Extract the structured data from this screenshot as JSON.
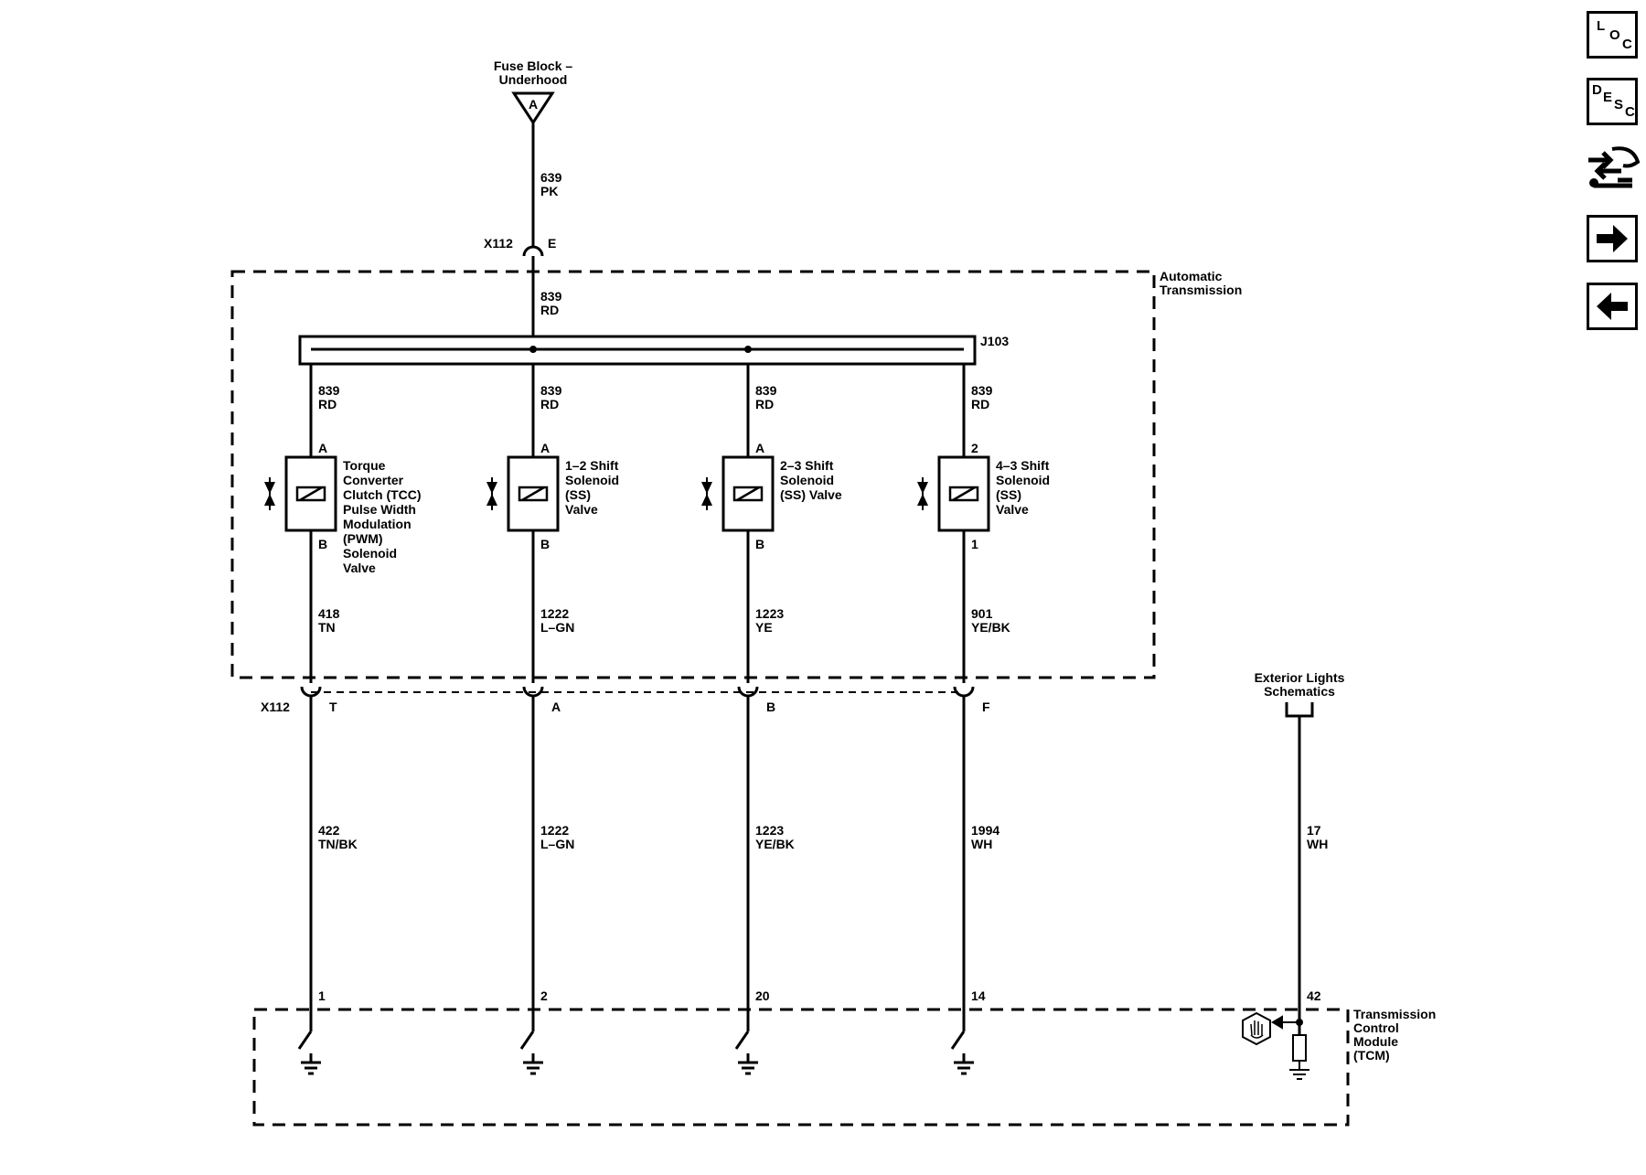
{
  "nav": {
    "loc": [
      "L",
      "O",
      "C"
    ],
    "desc": [
      "D",
      "E",
      "S",
      "C"
    ]
  },
  "labels": {
    "fuse_block": [
      "Fuse Block –",
      "Underhood"
    ],
    "fuse_pin": "A",
    "auto_trans": [
      "Automatic",
      "Transmission"
    ],
    "splice": "J103",
    "x112": "X112",
    "x112_top_pin": "E",
    "ext_lights": [
      "Exterior Lights",
      "Schematics"
    ],
    "tcm": [
      "Transmission",
      "Control",
      "Module",
      "(TCM)"
    ]
  },
  "feed_wires": [
    {
      "circuit": "639",
      "color": "PK"
    },
    {
      "circuit": "839",
      "color": "RD"
    }
  ],
  "solenoids": [
    {
      "top_circuit": "839",
      "top_color": "RD",
      "pin_top": "A",
      "pin_bottom": "B",
      "name": [
        "Torque",
        "Converter",
        "Clutch (TCC)",
        "Pulse Width",
        "Modulation",
        "(PWM)",
        "Solenoid",
        "Valve"
      ],
      "mid_circuit": "418",
      "mid_color": "TN",
      "conn_pin": "T",
      "low_circuit": "422",
      "low_color": "TN/BK",
      "tcm_pin": "1"
    },
    {
      "top_circuit": "839",
      "top_color": "RD",
      "pin_top": "A",
      "pin_bottom": "B",
      "name": [
        "1–2 Shift",
        "Solenoid",
        "(SS)",
        "Valve"
      ],
      "mid_circuit": "1222",
      "mid_color": "L–GN",
      "conn_pin": "A",
      "low_circuit": "1222",
      "low_color": "L–GN",
      "tcm_pin": "2"
    },
    {
      "top_circuit": "839",
      "top_color": "RD",
      "pin_top": "A",
      "pin_bottom": "B",
      "name": [
        "2–3 Shift",
        "Solenoid",
        "(SS) Valve"
      ],
      "mid_circuit": "1223",
      "mid_color": "YE",
      "conn_pin": "B",
      "low_circuit": "1223",
      "low_color": "YE/BK",
      "tcm_pin": "20"
    },
    {
      "top_circuit": "839",
      "top_color": "RD",
      "pin_top": "2",
      "pin_bottom": "1",
      "name": [
        "4–3 Shift",
        "Solenoid",
        "(SS)",
        "Valve"
      ],
      "mid_circuit": "901",
      "mid_color": "YE/BK",
      "conn_pin": "F",
      "low_circuit": "1994",
      "low_color": "WH",
      "tcm_pin": "14"
    }
  ],
  "ext_wire": {
    "circuit": "17",
    "color": "WH",
    "tcm_pin": "42"
  }
}
